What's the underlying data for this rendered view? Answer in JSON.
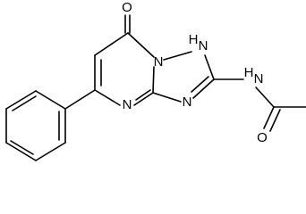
{
  "structure": {
    "atoms": {
      "carbonyl_oxygen": "O",
      "ring_nh": "N",
      "ring_nh_h": "H",
      "bridge_nitrogen": "N",
      "triazole_nitrogen": "N",
      "pyrimidine_nitrogen": "N",
      "amide_nitrogen": "N",
      "amide_nh_h": "H",
      "acetyl_oxygen": "O"
    }
  }
}
